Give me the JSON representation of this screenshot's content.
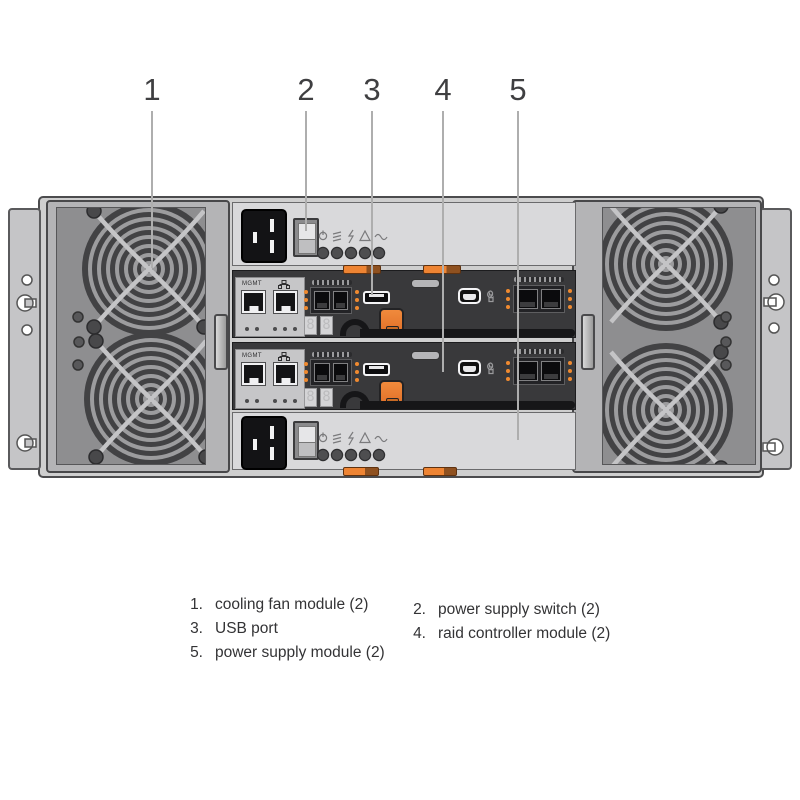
{
  "figure": {
    "callouts": [
      {
        "number": "1"
      },
      {
        "number": "2"
      },
      {
        "number": "3"
      },
      {
        "number": "4"
      },
      {
        "number": "5"
      }
    ]
  },
  "chassis": {
    "controller": {
      "mgmt_label": "MGMT",
      "display_digit": "8"
    }
  },
  "legend": {
    "items": [
      {
        "num": "1.",
        "label": "cooling fan module (2)"
      },
      {
        "num": "2.",
        "label": "power supply switch (2)"
      },
      {
        "num": "3.",
        "label": "USB port"
      },
      {
        "num": "4.",
        "label": "raid controller module (2)"
      },
      {
        "num": "5.",
        "label": "power supply module (2)"
      }
    ]
  },
  "colors": {
    "accent_orange": "#ee8433",
    "chassis_gray": "#cfcfcf",
    "module_dark": "#39393b"
  }
}
